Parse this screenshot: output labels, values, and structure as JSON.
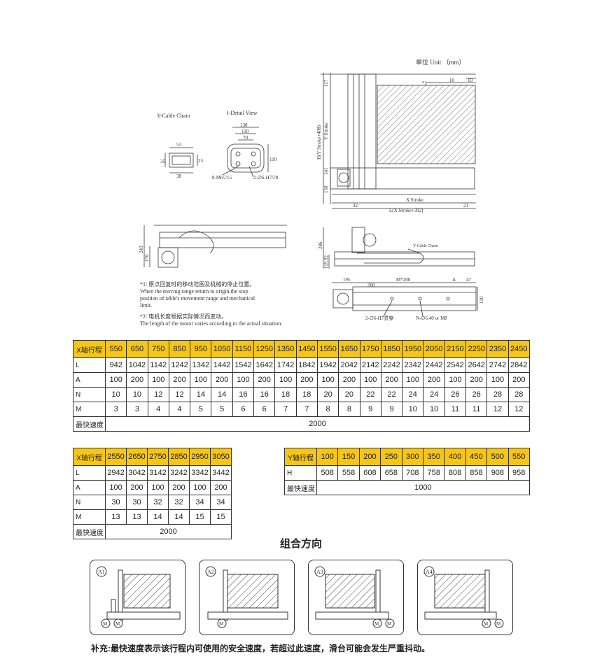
{
  "drawing": {
    "unit_label": "单位 Unit （mm）",
    "y_cable_chain_label": "Y-Cable Chain",
    "detail_view_label": "I-Detail View",
    "dims": {
      "d53": "53",
      "d35": "35",
      "d25": "25",
      "d38": "38",
      "d130": "130",
      "d110": "110",
      "d70": "70",
      "d110v": "110",
      "hole1": "8-M6▽15",
      "hole2": "2-∅6-H7▽8",
      "d117": "117",
      "hy_stroke": "H(Y Stroke+408)",
      "y_stroke": "Y Stroke",
      "d141": "141",
      "d150": "150",
      "x_stroke": "X Stroke",
      "d32": "32",
      "d21": "21",
      "l_total": "L(X Stroke+392)",
      "d10a": "10",
      "d10b": "10",
      "star1": "*1",
      "d243": "243",
      "d176": "176",
      "d286": "286",
      "d119": "119.92",
      "ycable2": "Y-Cable Chain",
      "d195": "195",
      "d200": "200",
      "m200": "M*200",
      "dA": "A",
      "d47": "47",
      "d110c": "110",
      "hole3": "2-∅6-H7贯穿",
      "hole4": "N-∅6.40 or M8"
    },
    "notes": [
      "*1: 原点回复时的移动范围及机械的停止位置。",
      "When the moving range return to origin,the stop",
      "position of table's movement range and mechanical",
      "limit.",
      "*2: 电机长度根据实际情况而变动。",
      "The length of the motor varies according to the actual situation."
    ]
  },
  "table_x1": {
    "header": [
      "X轴行程",
      "550",
      "650",
      "750",
      "850",
      "950",
      "1050",
      "1150",
      "1250",
      "1350",
      "1450",
      "1550",
      "1650",
      "1750",
      "1850",
      "1950",
      "2050",
      "2150",
      "2250",
      "2350",
      "2450"
    ],
    "rows": [
      [
        "L",
        "942",
        "1042",
        "1142",
        "1242",
        "1342",
        "1442",
        "1542",
        "1642",
        "1742",
        "1842",
        "1942",
        "2042",
        "2142",
        "2242",
        "2342",
        "2442",
        "2542",
        "2642",
        "2742",
        "2842"
      ],
      [
        "A",
        "100",
        "200",
        "100",
        "200",
        "100",
        "200",
        "100",
        "200",
        "100",
        "200",
        "100",
        "200",
        "100",
        "200",
        "100",
        "200",
        "100",
        "200",
        "100",
        "200"
      ],
      [
        "N",
        "10",
        "10",
        "12",
        "12",
        "14",
        "14",
        "16",
        "16",
        "18",
        "18",
        "20",
        "20",
        "22",
        "22",
        "24",
        "24",
        "26",
        "26",
        "28",
        "28"
      ],
      [
        "M",
        "3",
        "3",
        "4",
        "4",
        "5",
        "5",
        "6",
        "6",
        "7",
        "7",
        "8",
        "8",
        "9",
        "9",
        "10",
        "10",
        "11",
        "11",
        "12",
        "12"
      ]
    ],
    "speed_label": "最快速度",
    "speed_value": "2000"
  },
  "table_x2": {
    "header": [
      "X轴行程",
      "2550",
      "2650",
      "2750",
      "2850",
      "2950",
      "3050"
    ],
    "rows": [
      [
        "L",
        "2942",
        "3042",
        "3142",
        "3242",
        "3342",
        "3442"
      ],
      [
        "A",
        "100",
        "200",
        "100",
        "200",
        "100",
        "200"
      ],
      [
        "N",
        "30",
        "30",
        "32",
        "32",
        "34",
        "34"
      ],
      [
        "M",
        "13",
        "13",
        "14",
        "14",
        "15",
        "15"
      ]
    ],
    "speed_label": "最快速度",
    "speed_value": "2000"
  },
  "table_y": {
    "header": [
      "Y轴行程",
      "100",
      "150",
      "200",
      "250",
      "300",
      "350",
      "400",
      "450",
      "500",
      "550"
    ],
    "rows": [
      [
        "H",
        "508",
        "558",
        "608",
        "658",
        "708",
        "758",
        "808",
        "858",
        "908",
        "958"
      ]
    ],
    "speed_label": "最快速度",
    "speed_value": "1000"
  },
  "combo": {
    "title": "组合方向",
    "panels": [
      {
        "id": "A1",
        "motor": "M"
      },
      {
        "id": "A2",
        "motor": "M"
      },
      {
        "id": "A3",
        "motor": "M"
      },
      {
        "id": "A4",
        "motor": "M"
      }
    ]
  },
  "footnote": "补充:最快速度表示该行程内可使用的安全速度，若超过此速度，滑台可能会发生严重抖动。",
  "colors": {
    "header_fill": "#f5c518",
    "line": "#333333"
  }
}
